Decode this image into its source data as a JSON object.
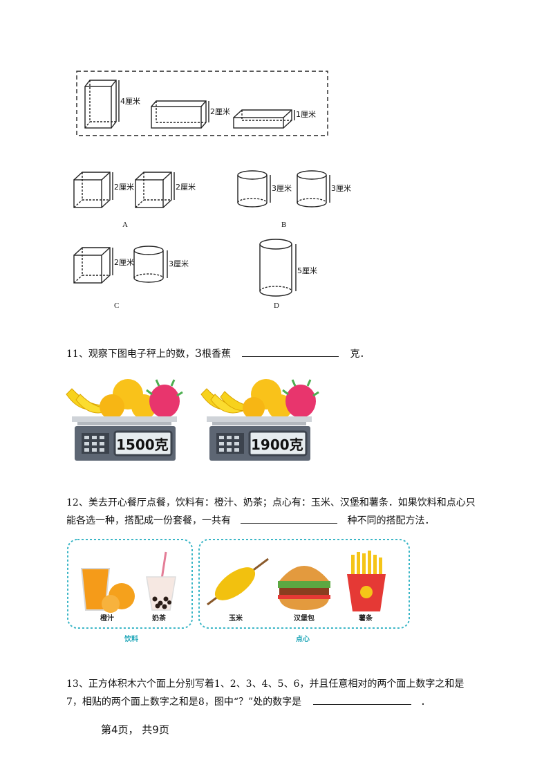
{
  "fig10": {
    "dims_top": [
      "4厘米",
      "2厘米",
      "1厘米"
    ],
    "options": [
      {
        "label": "A",
        "dims": [
          "2厘米",
          "2厘米"
        ]
      },
      {
        "label": "B",
        "dims": [
          "3厘米",
          "3厘米"
        ]
      },
      {
        "label": "C",
        "dims": [
          "2厘米",
          "3厘米"
        ]
      },
      {
        "label": "D",
        "dims": [
          "5厘米"
        ]
      }
    ]
  },
  "q11": {
    "text_a": "11、观察下图电子秤上的数，",
    "num": "3",
    "text_b": "根香蕉",
    "unit": "克．",
    "scales": [
      "1500克",
      "1900克"
    ]
  },
  "q12": {
    "line1": "12、美去开心餐厅点餐，饮料有：橙汁、奶茶；点心有：玉米、汉堡和薯条．如果饮料和点心只",
    "line2a": "能各选一种，搭配成一份套餐，一共有",
    "line2b": "种不同的搭配方法．",
    "drinks": [
      "橙汁",
      "奶茶"
    ],
    "drinks_title": "饮料",
    "snacks": [
      "玉米",
      "汉堡包",
      "薯条"
    ],
    "snacks_title": "点心"
  },
  "q13": {
    "line1_a": "13、正方体积木六个面上分别写着",
    "nums": [
      "1",
      "2",
      "3",
      "4",
      "5",
      "6"
    ],
    "line1_b": "，并且任意相对的两个面上数字之和是",
    "n7": "7",
    "line2_a": "，相贴的两个面上数字之和是",
    "n8": "8",
    "line2_b": "，图中“？”处的数字是",
    "line2_c": "．"
  },
  "footer": "第4页， 共9页"
}
